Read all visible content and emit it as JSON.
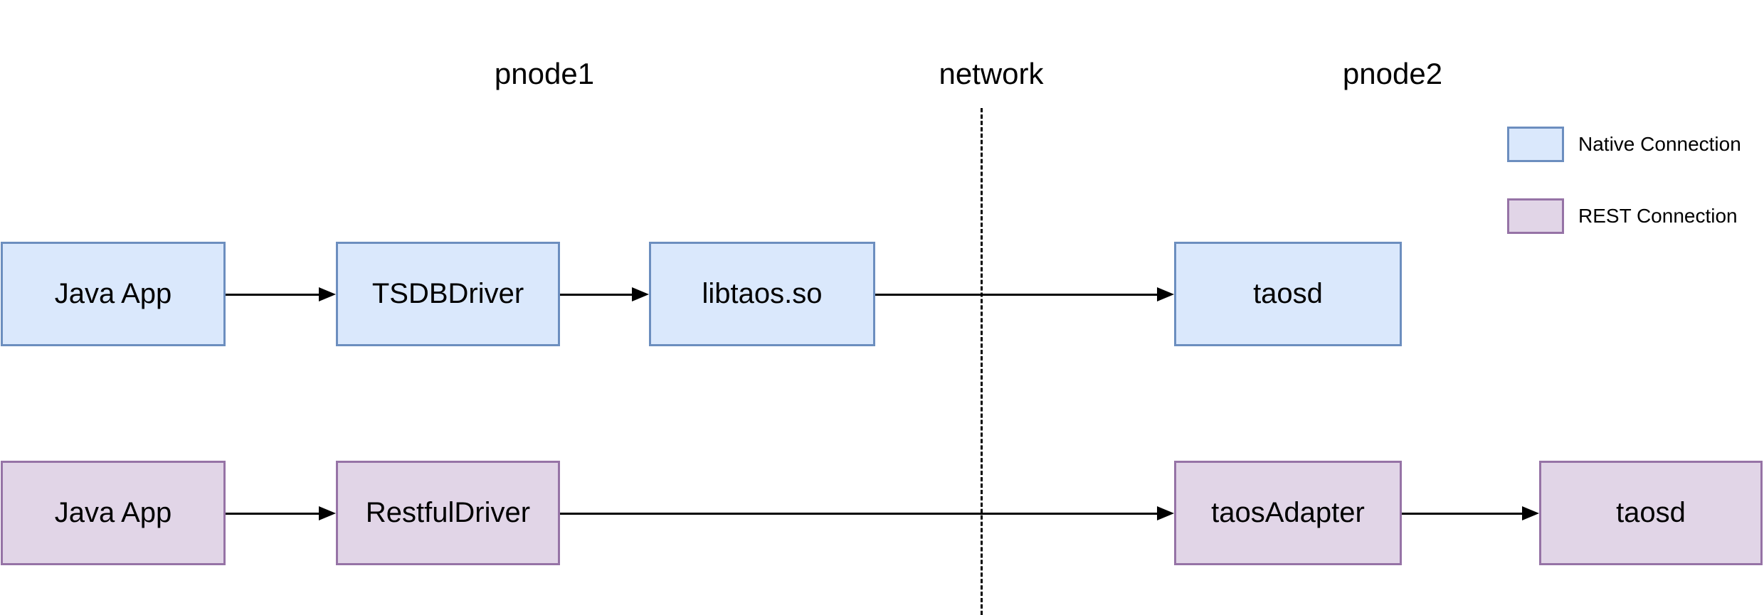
{
  "diagram": {
    "type": "architecture-flow",
    "region_labels": {
      "left": "pnode1",
      "middle": "network",
      "right": "pnode2"
    },
    "network_boundary": "dashed vertical line under 'network' label separating pnode1 and pnode2",
    "nodes": {
      "native": [
        {
          "label": "Java App"
        },
        {
          "label": "TSDBDriver"
        },
        {
          "label": "libtaos.so"
        },
        {
          "label": "taosd"
        }
      ],
      "rest": [
        {
          "label": "Java App"
        },
        {
          "label": "RestfulDriver"
        },
        {
          "label": "taosAdapter"
        },
        {
          "label": "taosd"
        }
      ]
    },
    "connections": [
      {
        "row": "native",
        "from": "Java App",
        "to": "TSDBDriver"
      },
      {
        "row": "native",
        "from": "TSDBDriver",
        "to": "libtaos.so"
      },
      {
        "row": "native",
        "from": "libtaos.so",
        "to": "taosd",
        "crosses_network": true
      },
      {
        "row": "rest",
        "from": "Java App",
        "to": "RestfulDriver"
      },
      {
        "row": "rest",
        "from": "RestfulDriver",
        "to": "taosAdapter",
        "crosses_network": true
      },
      {
        "row": "rest",
        "from": "taosAdapter",
        "to": "taosd"
      }
    ],
    "legend": {
      "items": [
        {
          "label": "Native Connection",
          "fill": "#dae8fc",
          "border": "#6c8ebf"
        },
        {
          "label": "REST Connection",
          "fill": "#e1d5e7",
          "border": "#9673a6"
        }
      ]
    },
    "colors": {
      "native_fill": "#dae8fc",
      "native_border": "#6c8ebf",
      "rest_fill": "#e1d5e7",
      "rest_border": "#9673a6",
      "arrow": "#000000",
      "text": "#000000",
      "background": "#ffffff"
    }
  }
}
